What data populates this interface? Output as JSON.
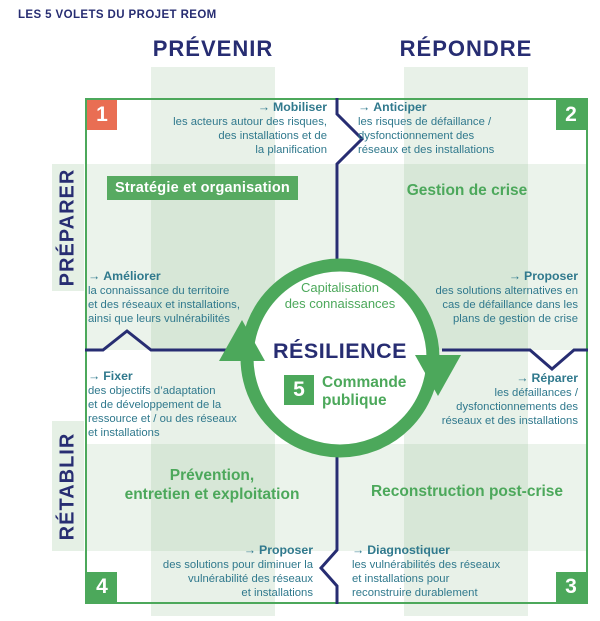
{
  "title": "LES 5 VOLETS DU PROJET REOM",
  "glyphs": {
    "arrow": "→"
  },
  "colors": {
    "navy": "#272d72",
    "teal": "#30798d",
    "green": "#4ca85b",
    "green_label_box": "#57aa61",
    "orange": "#e96e53",
    "light_green_band": "#e4efe2"
  },
  "top_headers": {
    "left": "PRÉVENIR",
    "right": "RÉPONDRE"
  },
  "side_headers": {
    "top": "PRÉPARER",
    "bottom": "RÉTABLIR"
  },
  "quadrants": {
    "q1": {
      "number": "1",
      "label": "Stratégie et organisation"
    },
    "q2": {
      "number": "2",
      "label": "Gestion de crise"
    },
    "q3": {
      "number": "3",
      "label": "Reconstruction post-crise"
    },
    "q4": {
      "number": "4",
      "label_lines": [
        "Prévention,",
        "entretien et exploitation"
      ]
    }
  },
  "blocks": {
    "mobiliser": {
      "verb": "Mobiliser",
      "lines": [
        "les acteurs autour des risques,",
        "des installations et de",
        "la planification"
      ]
    },
    "anticiper": {
      "verb": "Anticiper",
      "lines": [
        "les risques de défaillance /",
        "dysfonctionnement des",
        "réseaux et des installations"
      ]
    },
    "ameliorer": {
      "verb": "Améliorer",
      "lines": [
        "la connaissance du territoire",
        "et des réseaux et installations,",
        "ainsi que leurs vulnérabilités"
      ]
    },
    "proposer_crise": {
      "verb": "Proposer",
      "lines": [
        "des solutions alternatives en",
        "cas de défaillance dans les",
        "plans de gestion de crise"
      ]
    },
    "fixer": {
      "verb": "Fixer",
      "lines": [
        "des objectifs d’adaptation",
        "et de développement de la",
        "ressource et / ou des réseaux",
        "et installations"
      ]
    },
    "reparer": {
      "verb": "Réparer",
      "lines": [
        "les défaillances /",
        "dysfonctionnements des",
        "réseaux et des installations"
      ]
    },
    "proposer_vuln": {
      "verb": "Proposer",
      "lines": [
        "des solutions pour diminuer la",
        "vulnérabilité des réseaux",
        "et installations"
      ]
    },
    "diagnostiquer": {
      "verb": "Diagnostiquer",
      "lines": [
        "les vulnérabilités des réseaux",
        "et installations pour",
        "reconstruire durablement"
      ]
    }
  },
  "center": {
    "number": "5",
    "knowledge_lines": [
      "Capitalisation",
      "des connaissances"
    ],
    "title": "RÉSILIENCE",
    "label_lines": [
      "Commande",
      "publique"
    ]
  }
}
